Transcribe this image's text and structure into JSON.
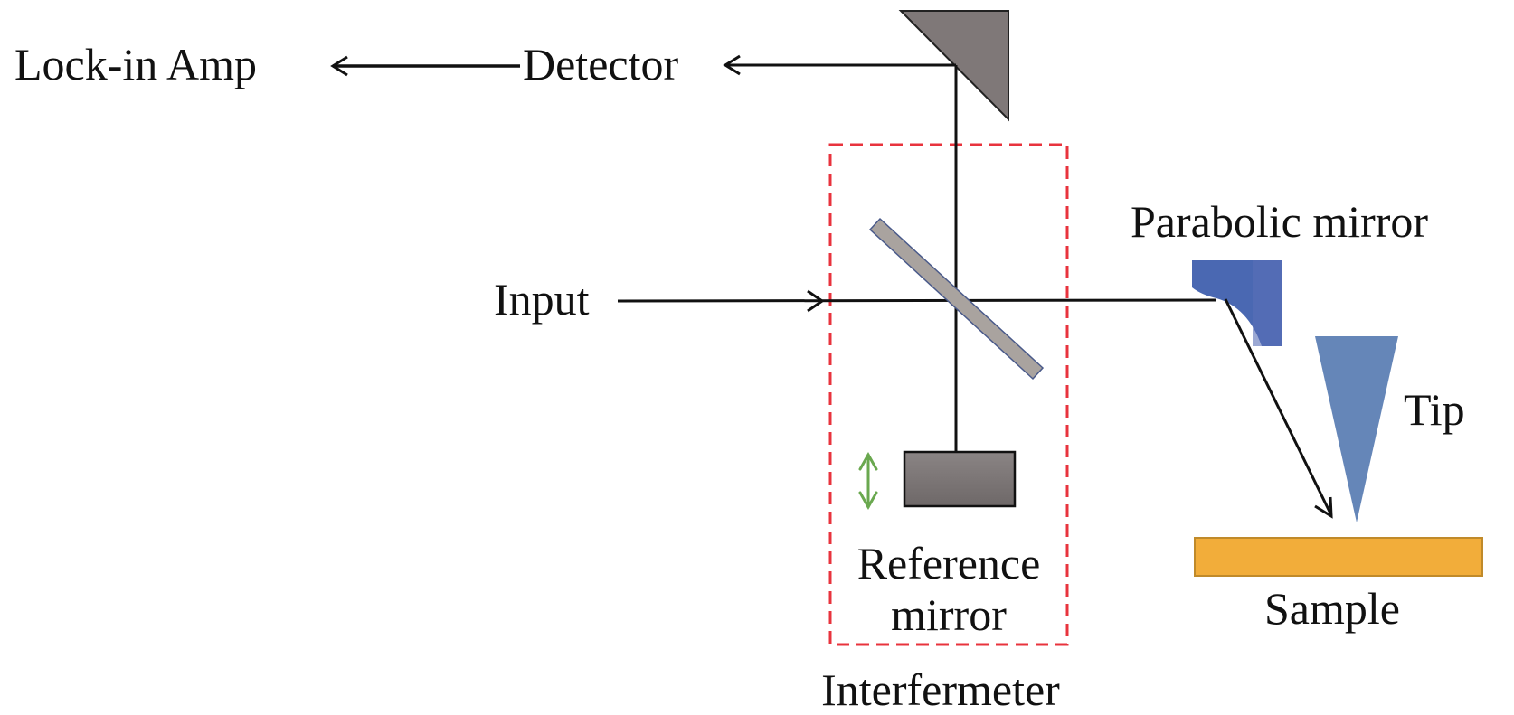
{
  "diagram": {
    "type": "optical-setup",
    "labels": {
      "lock_in_amp": "Lock-in Amp",
      "detector": "Detector",
      "input": "Input",
      "parabolic_mirror": "Parabolic mirror",
      "tip": "Tip",
      "sample": "Sample",
      "reference_mirror_line1": "Reference",
      "reference_mirror_line2": "mirror",
      "interferometer": "Interfermeter"
    },
    "colors": {
      "beam": "#111111",
      "interferometer_box": "#e8333d",
      "fold_mirror": "#7f7878",
      "beam_splitter": "#a9a39f",
      "beam_splitter_outline": "#4a5a8a",
      "reference_mirror": "#7c7676",
      "motion_arrow": "#6aa84f",
      "parabolic_mirror": "#4a68b2",
      "tip": "#6586b8",
      "sample": "#f2ad3a",
      "sample_outline": "#c08a2a"
    },
    "components": [
      "fold-mirror",
      "detector",
      "lock-in-amplifier",
      "beam-splitter",
      "reference-mirror",
      "parabolic-mirror",
      "tip",
      "sample"
    ]
  }
}
